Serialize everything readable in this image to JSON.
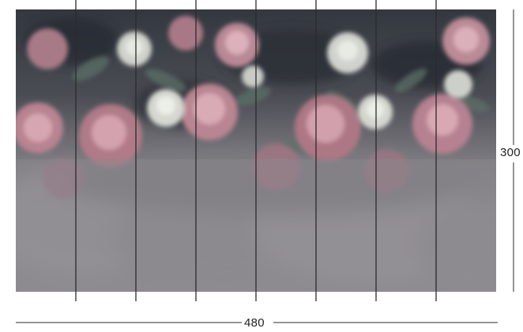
{
  "figure": {
    "dimension_width": "480",
    "dimension_height": "300",
    "panel_count": 8,
    "colors": {
      "line": "#2b2b2b",
      "mural_base": "#8d8b8f",
      "mural_dark": "#2f343b",
      "rose": "#b97f8c",
      "rose_light": "#d8a9b3",
      "cream_flower": "#d9dbd4",
      "leaf": "#5b7068"
    }
  }
}
